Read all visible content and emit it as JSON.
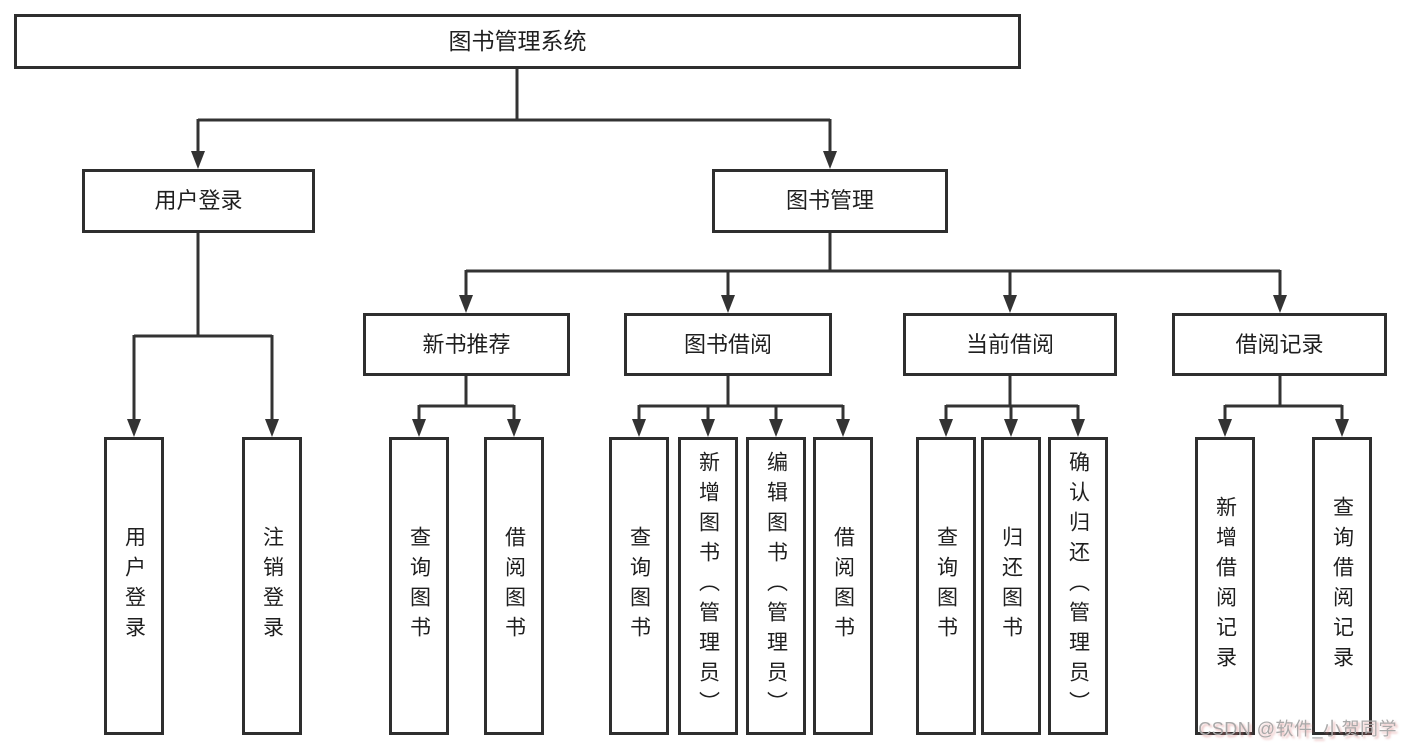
{
  "diagram": {
    "type": "hierarchy-tree",
    "root": {
      "label": "图书管理系统"
    },
    "level2": [
      {
        "label": "用户登录",
        "parent": "图书管理系统"
      },
      {
        "label": "图书管理",
        "parent": "图书管理系统"
      }
    ],
    "level3": [
      {
        "label": "新书推荐",
        "parent": "图书管理"
      },
      {
        "label": "图书借阅",
        "parent": "图书管理"
      },
      {
        "label": "当前借阅",
        "parent": "图书管理"
      },
      {
        "label": "借阅记录",
        "parent": "图书管理"
      }
    ],
    "leaves": [
      {
        "label": "用户登录",
        "parent": "用户登录"
      },
      {
        "label": "注销登录",
        "parent": "用户登录"
      },
      {
        "label": "查询图书",
        "parent": "新书推荐"
      },
      {
        "label": "借阅图书",
        "parent": "新书推荐"
      },
      {
        "label": "查询图书",
        "parent": "图书借阅"
      },
      {
        "label": "新增图书（管理员）",
        "parent": "图书借阅"
      },
      {
        "label": "编辑图书（管理员）",
        "parent": "图书借阅"
      },
      {
        "label": "借阅图书",
        "parent": "图书借阅"
      },
      {
        "label": "查询图书",
        "parent": "当前借阅"
      },
      {
        "label": "归还图书",
        "parent": "当前借阅"
      },
      {
        "label": "确认归还（管理员）",
        "parent": "当前借阅"
      },
      {
        "label": "新增借阅记录",
        "parent": "借阅记录"
      },
      {
        "label": "查询借阅记录",
        "parent": "借阅记录"
      }
    ]
  },
  "watermark": {
    "text": "CSDN @软件_小贺同学"
  },
  "colors": {
    "line": "#333333",
    "box_border": "#2e2e2e",
    "text": "#1f1f1f",
    "background": "#ffffff",
    "watermark_text": "#a9a9a9",
    "watermark_shadow": "#d67878"
  }
}
